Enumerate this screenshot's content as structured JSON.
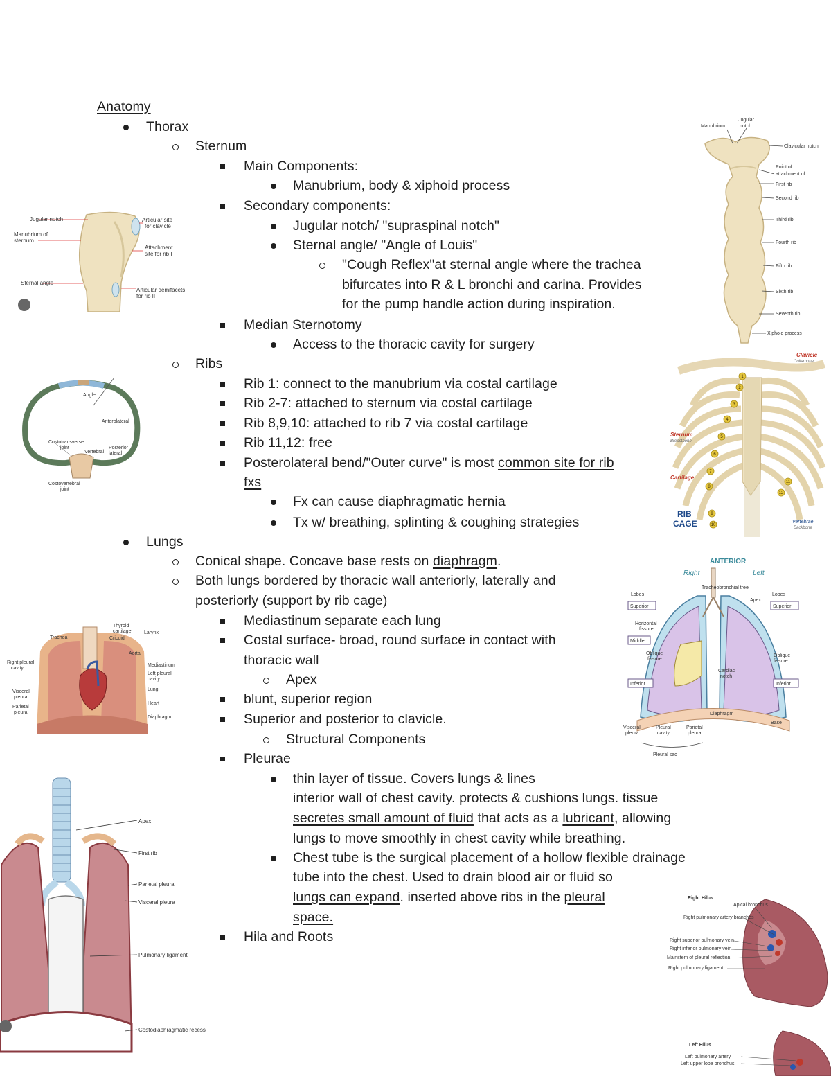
{
  "heading": "Anatomy",
  "lines": {
    "thorax": "Thorax",
    "sternum": "Sternum",
    "main_components": "Main Components:",
    "manubrium": "Manubrium, body & xiphoid process",
    "secondary": "Secondary components:",
    "jugular": "Jugular notch/ \"supraspinal notch\"",
    "sternal_angle": "Sternal angle/ \"Angle of Louis\"",
    "cough_1": "\"Cough Reflex\"at sternal angle where the trachea",
    "cough_2": "bifurcates into R & L bronchi and carina. Provides",
    "cough_3": "for the pump handle action during inspiration.",
    "median": "Median Sternotomy",
    "access": "Access to the thoracic cavity for surgery",
    "ribs": "Ribs",
    "rib1": "Rib 1: connect to the manubrium via costal cartilage",
    "rib27": "Rib 2-7: attached to sternum via costal cartilage",
    "rib810": "Rib 8,9,10: attached to rib 7 via costal cartilage",
    "rib1112": "Rib 11,12: free",
    "postero_a": "Posterolateral bend/\"Outer curve\" is most ",
    "postero_u": "common site for rib",
    "postero_2": "fxs",
    "fx": "Fx can cause diaphragmatic hernia",
    "tx": "Tx w/ breathing, splinting & coughing strategies",
    "lungs": "Lungs",
    "conical_a": "Conical shape. Concave base rests on ",
    "conical_u": "diaphragm",
    "conical_b": ".",
    "both_1": "Both lungs bordered by thoracic wall anteriorly, laterally and",
    "both_2": "posteriorly (support by rib cage)",
    "mediastinum": "Mediastinum separate each lung",
    "costal_1": "Costal surface- broad, round surface in contact with",
    "costal_2": "thoracic wall",
    "apex": "Apex",
    "blunt": "blunt, superior region",
    "superior": "Superior and posterior to clavicle.",
    "structural": "Structural Components",
    "pleurae": "Pleurae",
    "thin_1": "thin layer of tissue. Covers lungs & lines",
    "thin_2": "interior wall of chest cavity. protects & cushions lungs. tissue",
    "thin_3u": "secretes small amount of fluid",
    "thin_3a": " that acts as a ",
    "thin_3u2": "lubricant",
    "thin_3b": ", allowing",
    "thin_4": "lungs to move smoothly in chest cavity while breathing.",
    "chest_1": "Chest tube is the surgical placement of a hollow flexible drainage",
    "chest_2": "tube into the chest. Used to drain blood air or fluid so",
    "chest_3u": "lungs can expand",
    "chest_3a": ". inserted above ribs in the ",
    "chest_3u2": "pleural",
    "chest_4u": "space.",
    "hila": "Hila and Roots"
  },
  "figures": {
    "fig1": {
      "jugular": "Jugular notch",
      "manubrium": "Manubrium of",
      "sternum": "sternum",
      "sternal_angle": "Sternal angle",
      "articular": "Articular site",
      "for_clavicle": "for clavicle",
      "attachment": "Attachment",
      "site_rib1": "site for rib I",
      "articular_dem": "Articular demifacets",
      "for_rib2": "for rib II"
    },
    "fig2": {
      "angle": "Angle",
      "anterolateral": "Anterolateral",
      "costotransverse": "Costotransverse",
      "joint": "joint",
      "vertebral": "Vertebral",
      "posterior": "Posterior",
      "lateral": "lateral",
      "costovertebral": "Costovertebral",
      "joint2": "joint"
    },
    "fig3": {
      "manubrium": "Manubrium",
      "jugular": "Jugular",
      "notch": "notch",
      "clavicular": "Clavicular notch",
      "point": "Point of",
      "attachment": "attachment of",
      "first": "First rib",
      "second": "Second rib",
      "third": "Third rib",
      "fourth": "Fourth rib",
      "fifth": "Fifth rib",
      "sixth": "Sixth rib",
      "seventh": "Seventh rib",
      "xiphoid": "Xiphoid process"
    },
    "fig4": {
      "clavicle": "Clavicle",
      "clavicle_sub": "Collarbone",
      "sternum": "Sternum",
      "sternum_sub": "Breastbone",
      "cartilage": "Cartilage",
      "rib": "RIB",
      "cage": "CAGE",
      "vertebrae": "Vertebrae",
      "vertebrae_sub": "Backbone",
      "numbers": [
        "1",
        "2",
        "3",
        "4",
        "5",
        "6",
        "7",
        "8",
        "9",
        "10",
        "11",
        "12"
      ]
    },
    "fig5": {
      "anterior": "ANTERIOR",
      "right": "Right",
      "left": "Left",
      "tracheo": "Tracheobronchial tree",
      "apex": "Apex",
      "lobes": "Lobes",
      "superior": "Superior",
      "horizontal": "Horizontal",
      "fissure": "fissure",
      "middle": "Middle",
      "oblique": "Oblique",
      "fissure2": "fissure",
      "inferior": "Inferior",
      "cardiac": "Cardiac",
      "notch": "notch",
      "lobes_r": "Lobes",
      "superior_r": "Superior",
      "oblique_r": "Oblique",
      "fissure_r": "fissure",
      "inferior_r": "Inferior",
      "diaphragm": "Diaphragm",
      "visceral": "Visceral",
      "pleura": "pleura",
      "pleural": "Pleural",
      "cavity": "cavity",
      "parietal": "Parietal",
      "pleura2": "pleura",
      "base": "Base",
      "sac": "Pleural sac"
    },
    "fig6": {
      "thyroid": "Thyroid",
      "cartilage": "cartilage",
      "larynx": "Larynx",
      "trachea": "Trachea",
      "cricoid": "Cricoid",
      "right_pleural": "Right pleural",
      "cavity": "cavity",
      "aorta": "Aorta",
      "mediastinum": "Mediastinum",
      "left_pleural": "Left pleural",
      "cavity2": "cavity",
      "diaphragm": "Diaphragm",
      "visceral": "Visceral",
      "pleura": "pleura",
      "parietal": "Parietal",
      "pleura2": "pleura",
      "lung": "Lung",
      "heart": "Heart"
    },
    "fig7": {
      "apex": "Apex",
      "first_rib": "First rib",
      "parietal": "Parietal pleura",
      "visceral": "Visceral pleura",
      "pulmonary": "Pulmonary ligament",
      "costodiaphragmatic": "Costodiaphragmatic recess"
    },
    "fig8": {
      "title": "Right Hilus",
      "apical": "Apical bronchus",
      "artery": "Right pulmonary artery branches",
      "sup_vein": "Right superior pulmonary vein",
      "inf_vein": "Right inferior pulmonary vein",
      "bronchus": "Mainstem of pleural reflection",
      "ligament": "Right pulmonary ligament",
      "left_title": "Left Hilus",
      "left_artery": "Left pulmonary artery",
      "left_bronchus": "Left upper lobe bronchus"
    }
  },
  "colors": {
    "text": "#1f1f1f",
    "bone": "#efe2c0",
    "bone_shadow": "#d7c79c",
    "lung_pink": "#c98a8f",
    "lung_dark": "#a95a63",
    "pleura_blue": "#9fd3e8",
    "lobe_purple": "#d9c3e8",
    "lobe_yellow": "#f5e9a8"
  }
}
